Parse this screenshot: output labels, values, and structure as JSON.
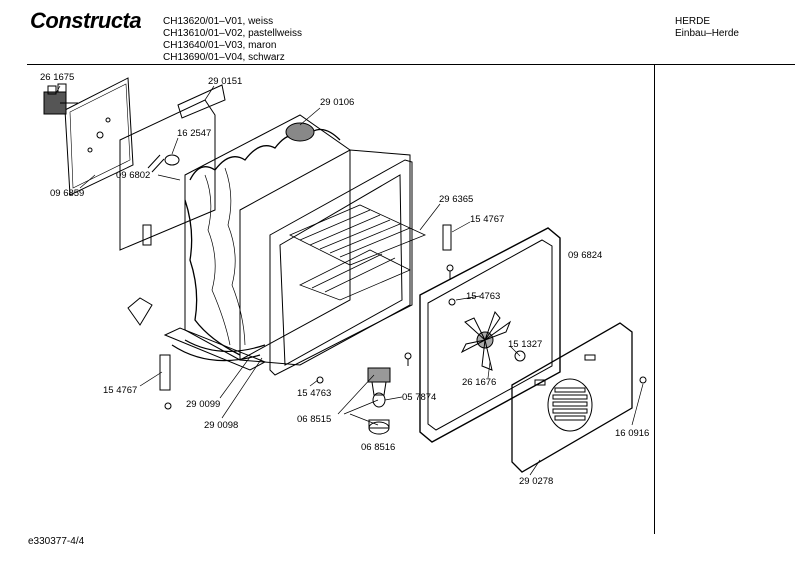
{
  "header": {
    "brand": "Constructa",
    "models": [
      "CH13620/01–V01, weiss",
      "CH13610/01–V02, pastellweiss",
      "CH13640/01–V03, maron",
      "CH13690/01–V04, schwarz"
    ],
    "category": "HERDE",
    "subcategory": "Einbau–Herde"
  },
  "footer": {
    "code": "e330377-4/4"
  },
  "parts": {
    "p261675": "26 1675",
    "p290151": "29 0151",
    "p290106": "29 0106",
    "p162547": "16 2547",
    "p096859": "09 6859",
    "p096802": "09 6802",
    "p296365": "29 6365",
    "p154767a": "15 4767",
    "p096824": "09 6824",
    "p154763a": "15 4763",
    "p151327": "15 1327",
    "p261676": "26 1676",
    "p057874": "05 7874",
    "p068515": "06 8515",
    "p068516": "06 8516",
    "p154767b": "15 4767",
    "p290099": "29 0099",
    "p290098": "29 0098",
    "p154763b": "15 4763",
    "p160916": "16 0916",
    "p290278": "29 0278"
  }
}
